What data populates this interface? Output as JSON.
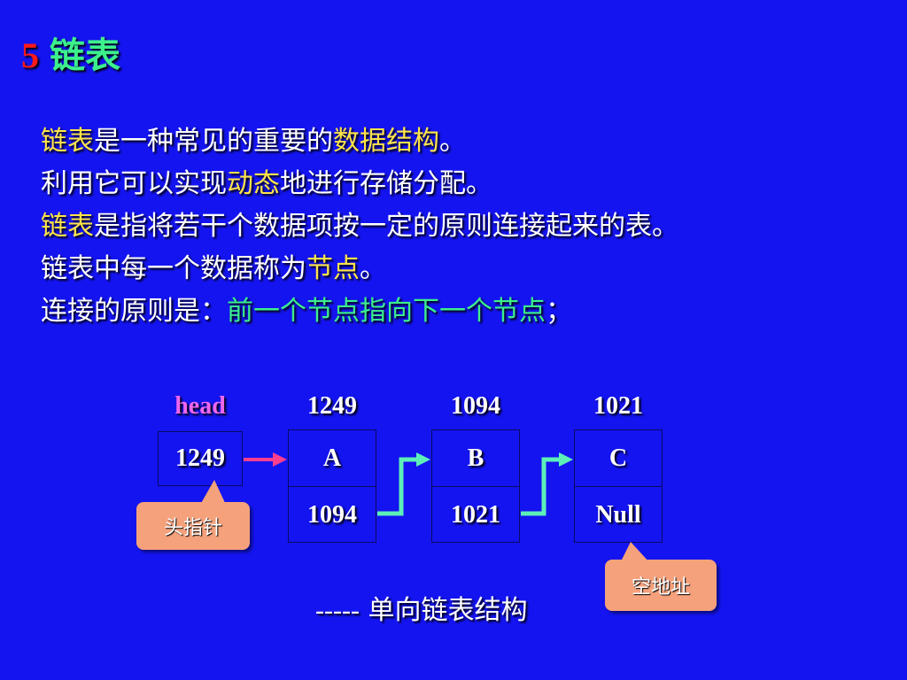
{
  "title": {
    "number": "5",
    "text": "链表"
  },
  "paragraphs": {
    "p1": {
      "a": "链表",
      "b": "是一种常见的重要的",
      "c": "数据结构",
      "d": "。"
    },
    "p2": {
      "a": "利用它可以实现",
      "b": "动态",
      "c": "地进行存储分配。"
    },
    "p3": {
      "a": "链表",
      "b": "是指将若干个数据项按一定的原则连接起来的表。"
    },
    "p4": {
      "a": "链表中每一个数据称为",
      "b": "节点",
      "c": "。"
    },
    "p5": {
      "a": "连接的原则是：",
      "b": "前一个节点指向下一个节点",
      "c": "；"
    }
  },
  "diagram": {
    "head": {
      "label": "head",
      "value": "1249"
    },
    "nodes": [
      {
        "address": "1249",
        "data": "A",
        "next": "1094"
      },
      {
        "address": "1094",
        "data": "B",
        "next": "1021"
      },
      {
        "address": "1021",
        "data": "C",
        "next": "Null"
      }
    ],
    "callouts": {
      "head_pointer": "头指针",
      "null_address": "空地址"
    },
    "caption": {
      "dashes": "-----",
      "text": "单向链表结构"
    }
  },
  "colors": {
    "background": "#1414f0",
    "title_number": "#ff1a1a",
    "highlight_yellow": "#ffe44a",
    "highlight_green": "#3cf08c",
    "head_label": "#ee66ee",
    "head_arrow": "#ff3f8f",
    "link_arrow": "#5cf0b8",
    "callout_fill": "#f4a17c"
  }
}
